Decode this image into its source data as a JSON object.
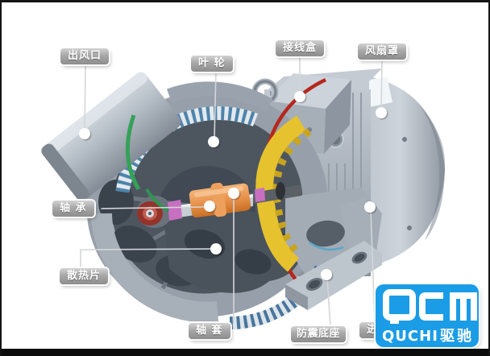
{
  "figure": {
    "background": "#ffffff",
    "frame_border_color": "#141414",
    "bottom_bar_color": "#0c0c0c"
  },
  "callouts": [
    {
      "id": "air-outlet",
      "label": "出风口"
    },
    {
      "id": "impeller",
      "label": "叶 轮"
    },
    {
      "id": "junction-box",
      "label": "接线盒"
    },
    {
      "id": "fan-cover",
      "label": "风扇罩"
    },
    {
      "id": "bearing",
      "label": "轴 承"
    },
    {
      "id": "heat-sink",
      "label": "散热片"
    },
    {
      "id": "shaft-sleeve",
      "label": "轴 套"
    },
    {
      "id": "anti-vibration-base",
      "label": "防震底座"
    },
    {
      "id": "air-inlet-partial",
      "label": "进"
    }
  ],
  "logo": {
    "acronym": "QCM",
    "latin": "QUCHI",
    "chinese": "驱驰",
    "background": "#1b9ce6",
    "text_color": "#ffffff"
  },
  "colors": {
    "label_text": "#ffffff",
    "callout_line": "#d4d6d8",
    "impeller_blade_blue": "#4d83aa",
    "winding_yellow": "#e6c22e",
    "gasket_red": "#b5271d",
    "sleeve_orange": "#e08a3c",
    "seal_green": "#35a158",
    "spacer_pink": "#c770c2"
  }
}
